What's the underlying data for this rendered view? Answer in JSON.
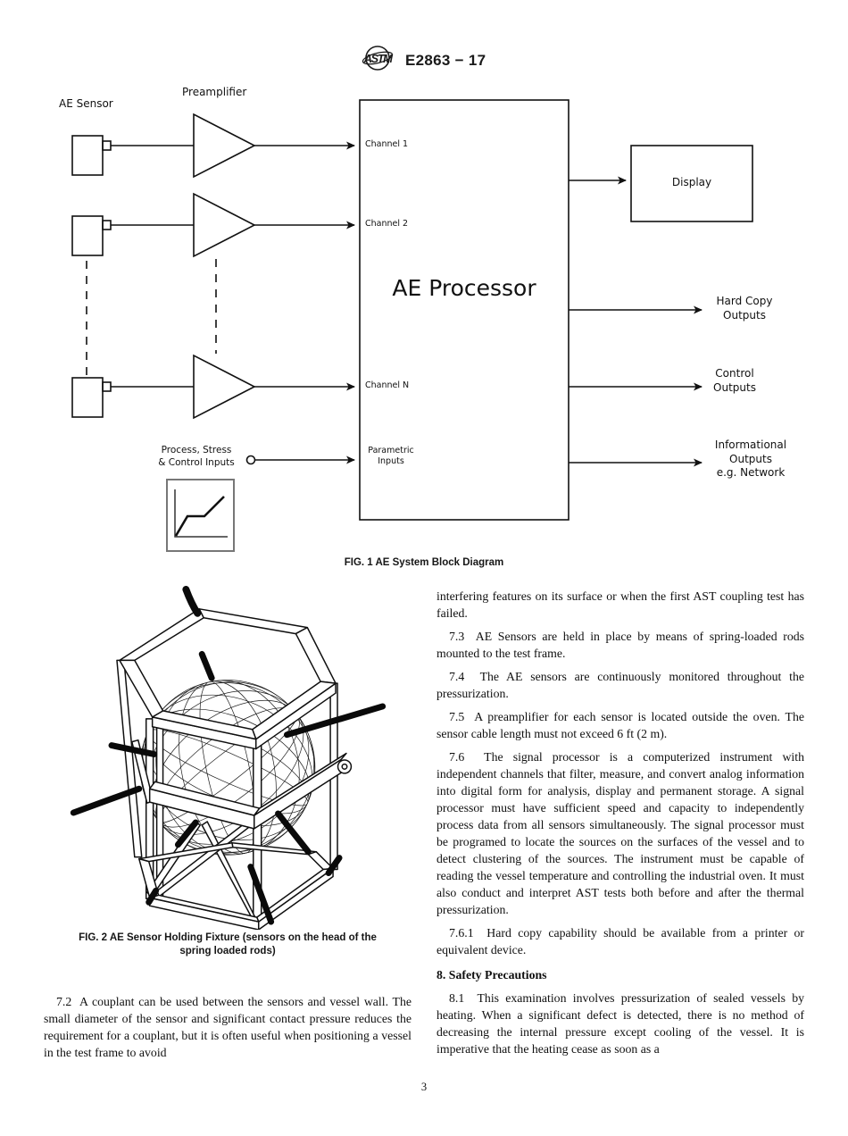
{
  "header": {
    "designation": "E2863 − 17",
    "logo": "astm-logo"
  },
  "fig1": {
    "caption": "FIG. 1 AE System Block Diagram",
    "labels": {
      "ae_sensor": "AE Sensor",
      "preamplifier": "Preamplifier",
      "channel1": "Channel 1",
      "channel2": "Channel 2",
      "channelN": "Channel N",
      "parametric": "Parametric\nInputs",
      "processor": "AE Processor",
      "display": "Display",
      "hard_copy": "Hard Copy\nOutputs",
      "control": "Control\nOutputs",
      "informational": "Informational\nOutputs\ne.g. Network",
      "process_stress": "Process, Stress\n& Control Inputs"
    }
  },
  "fig2": {
    "caption": "FIG. 2 AE Sensor Holding Fixture (sensors on the head of the\nspring loaded rods)"
  },
  "left_column": {
    "paragraphs": [
      {
        "text": "7.2  A couplant can be used between the sensors and vessel wall. The small diameter of the sensor and significant contact pressure reduces the requirement for a couplant, but it is often useful when positioning a vessel in the test frame to avoid"
      }
    ]
  },
  "right_column": {
    "paragraphs": [
      {
        "text": "interfering features on its surface or when the first AST coupling test has failed."
      },
      {
        "text": "7.3  AE Sensors are held in place by means of spring-loaded rods mounted to the test frame."
      },
      {
        "text": "7.4  The AE sensors are continuously monitored throughout the pressurization."
      },
      {
        "text": "7.5  A preamplifier for each sensor is located outside the oven. The sensor cable length must not exceed 6 ft (2 m)."
      },
      {
        "text": "7.6  The signal processor is a computerized instrument with independent channels that filter, measure, and convert analog information into digital form for analysis, display and permanent storage. A signal processor must have sufficient speed and capacity to independently process data from all sensors simultaneously. The signal processor must be programed to locate the sources on the surfaces of the vessel and to detect clustering of the sources. The instrument must be capable of reading the vessel temperature and controlling the industrial oven. It must also conduct and interpret AST tests both before and after the thermal pressurization."
      },
      {
        "text": "7.6.1  Hard copy capability should be available from a printer or equivalent device."
      }
    ],
    "heading": "8. Safety Precautions",
    "paragraphs_after": [
      {
        "text": "8.1  This examination involves pressurization of sealed vessels by heating. When a significant defect is detected, there is no method of decreasing the internal pressure except cooling of the vessel. It is imperative that the heating cease as soon as a"
      }
    ]
  },
  "footer": {
    "page_number": "3"
  }
}
